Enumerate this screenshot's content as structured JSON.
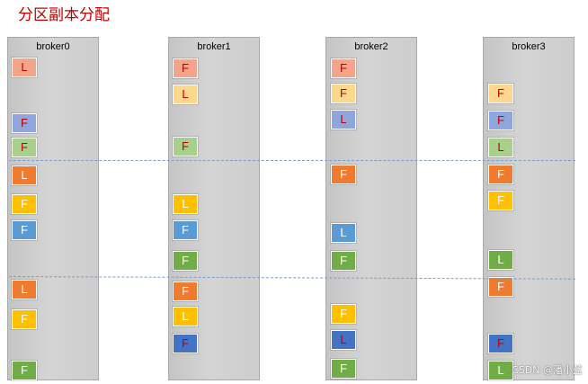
{
  "title": "分区副本分配",
  "watermark": "CSDN @潘小蓝",
  "brokers": [
    {
      "label": "broker0",
      "replicas": [
        {
          "role": "L",
          "color": "salmon"
        },
        {
          "role": "F",
          "color": "periwinkle"
        },
        {
          "role": "F",
          "color": "green-light"
        },
        {
          "role": "L",
          "color": "orange"
        },
        {
          "role": "F",
          "color": "amber"
        },
        {
          "role": "F",
          "color": "blue"
        },
        {
          "role": "L",
          "color": "orange"
        },
        {
          "role": "F",
          "color": "amber"
        },
        {
          "role": "F",
          "color": "green"
        }
      ]
    },
    {
      "label": "broker1",
      "replicas": [
        {
          "role": "F",
          "color": "salmon"
        },
        {
          "role": "L",
          "color": "peach"
        },
        {
          "role": "F",
          "color": "green-light"
        },
        {
          "role": "L",
          "color": "amber"
        },
        {
          "role": "F",
          "color": "blue"
        },
        {
          "role": "F",
          "color": "green"
        },
        {
          "role": "F",
          "color": "orange"
        },
        {
          "role": "L",
          "color": "amber"
        },
        {
          "role": "F",
          "color": "navy"
        }
      ]
    },
    {
      "label": "broker2",
      "replicas": [
        {
          "role": "F",
          "color": "salmon"
        },
        {
          "role": "F",
          "color": "peach"
        },
        {
          "role": "L",
          "color": "periwinkle"
        },
        {
          "role": "F",
          "color": "orange"
        },
        {
          "role": "L",
          "color": "blue"
        },
        {
          "role": "F",
          "color": "green"
        },
        {
          "role": "F",
          "color": "amber"
        },
        {
          "role": "L",
          "color": "navy"
        },
        {
          "role": "F",
          "color": "green"
        }
      ]
    },
    {
      "label": "broker3",
      "replicas": [
        {
          "role": "F",
          "color": "peach"
        },
        {
          "role": "F",
          "color": "periwinkle"
        },
        {
          "role": "L",
          "color": "green-light"
        },
        {
          "role": "F",
          "color": "orange"
        },
        {
          "role": "F",
          "color": "amber"
        },
        {
          "role": "L",
          "color": "green"
        },
        {
          "role": "F",
          "color": "orange"
        },
        {
          "role": "F",
          "color": "navy"
        },
        {
          "role": "L",
          "color": "green"
        }
      ]
    }
  ],
  "palette": {
    "salmon": {
      "fill": "#f4a48a",
      "text": "#c00000"
    },
    "peach": {
      "fill": "#fdd88c",
      "text": "#c00000"
    },
    "periwinkle": {
      "fill": "#8fa5de",
      "text": "#c00000"
    },
    "green-light": {
      "fill": "#a8d08d",
      "text": "#c00000"
    },
    "orange": {
      "fill": "#f07b2f",
      "text": "#ffffff"
    },
    "amber": {
      "fill": "#ffc000",
      "text": "#ffffff"
    },
    "blue": {
      "fill": "#5b9bd5",
      "text": "#ffffff"
    },
    "green": {
      "fill": "#70ad47",
      "text": "#ffffff"
    },
    "navy": {
      "fill": "#4472c4",
      "text": "#c00000"
    }
  }
}
